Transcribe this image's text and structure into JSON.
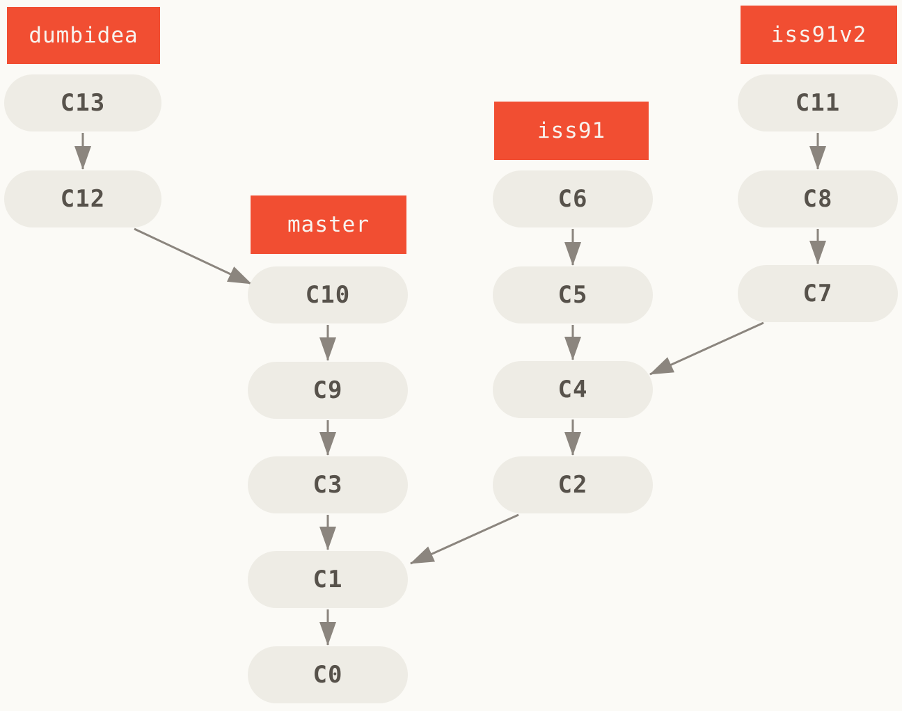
{
  "diagram": {
    "type": "git-commit-graph",
    "colors": {
      "background": "#fbfaf6",
      "branch_label_fill": "#f14e32",
      "branch_label_text": "#f8f3ee",
      "commit_node_fill": "#eeece5",
      "commit_node_text": "#57524b",
      "arrow": "#8b857e"
    },
    "branches": {
      "dumbidea": {
        "label": "dumbidea",
        "points_to": "C13"
      },
      "master": {
        "label": "master",
        "points_to": "C10"
      },
      "iss91": {
        "label": "iss91",
        "points_to": "C6"
      },
      "iss91v2": {
        "label": "iss91v2",
        "points_to": "C11"
      }
    },
    "nodes": {
      "C13": {
        "label": "C13"
      },
      "C12": {
        "label": "C12"
      },
      "C11": {
        "label": "C11"
      },
      "C10": {
        "label": "C10"
      },
      "C9": {
        "label": "C9"
      },
      "C8": {
        "label": "C8"
      },
      "C7": {
        "label": "C7"
      },
      "C6": {
        "label": "C6"
      },
      "C5": {
        "label": "C5"
      },
      "C4": {
        "label": "C4"
      },
      "C3": {
        "label": "C3"
      },
      "C2": {
        "label": "C2"
      },
      "C1": {
        "label": "C1"
      },
      "C0": {
        "label": "C0"
      }
    },
    "edges": [
      {
        "from": "C13",
        "to": "C12"
      },
      {
        "from": "C12",
        "to": "C10"
      },
      {
        "from": "C10",
        "to": "C9"
      },
      {
        "from": "C9",
        "to": "C3"
      },
      {
        "from": "C3",
        "to": "C1"
      },
      {
        "from": "C1",
        "to": "C0"
      },
      {
        "from": "C6",
        "to": "C5"
      },
      {
        "from": "C5",
        "to": "C4"
      },
      {
        "from": "C4",
        "to": "C2"
      },
      {
        "from": "C2",
        "to": "C1"
      },
      {
        "from": "C11",
        "to": "C8"
      },
      {
        "from": "C8",
        "to": "C7"
      },
      {
        "from": "C7",
        "to": "C4"
      }
    ]
  }
}
